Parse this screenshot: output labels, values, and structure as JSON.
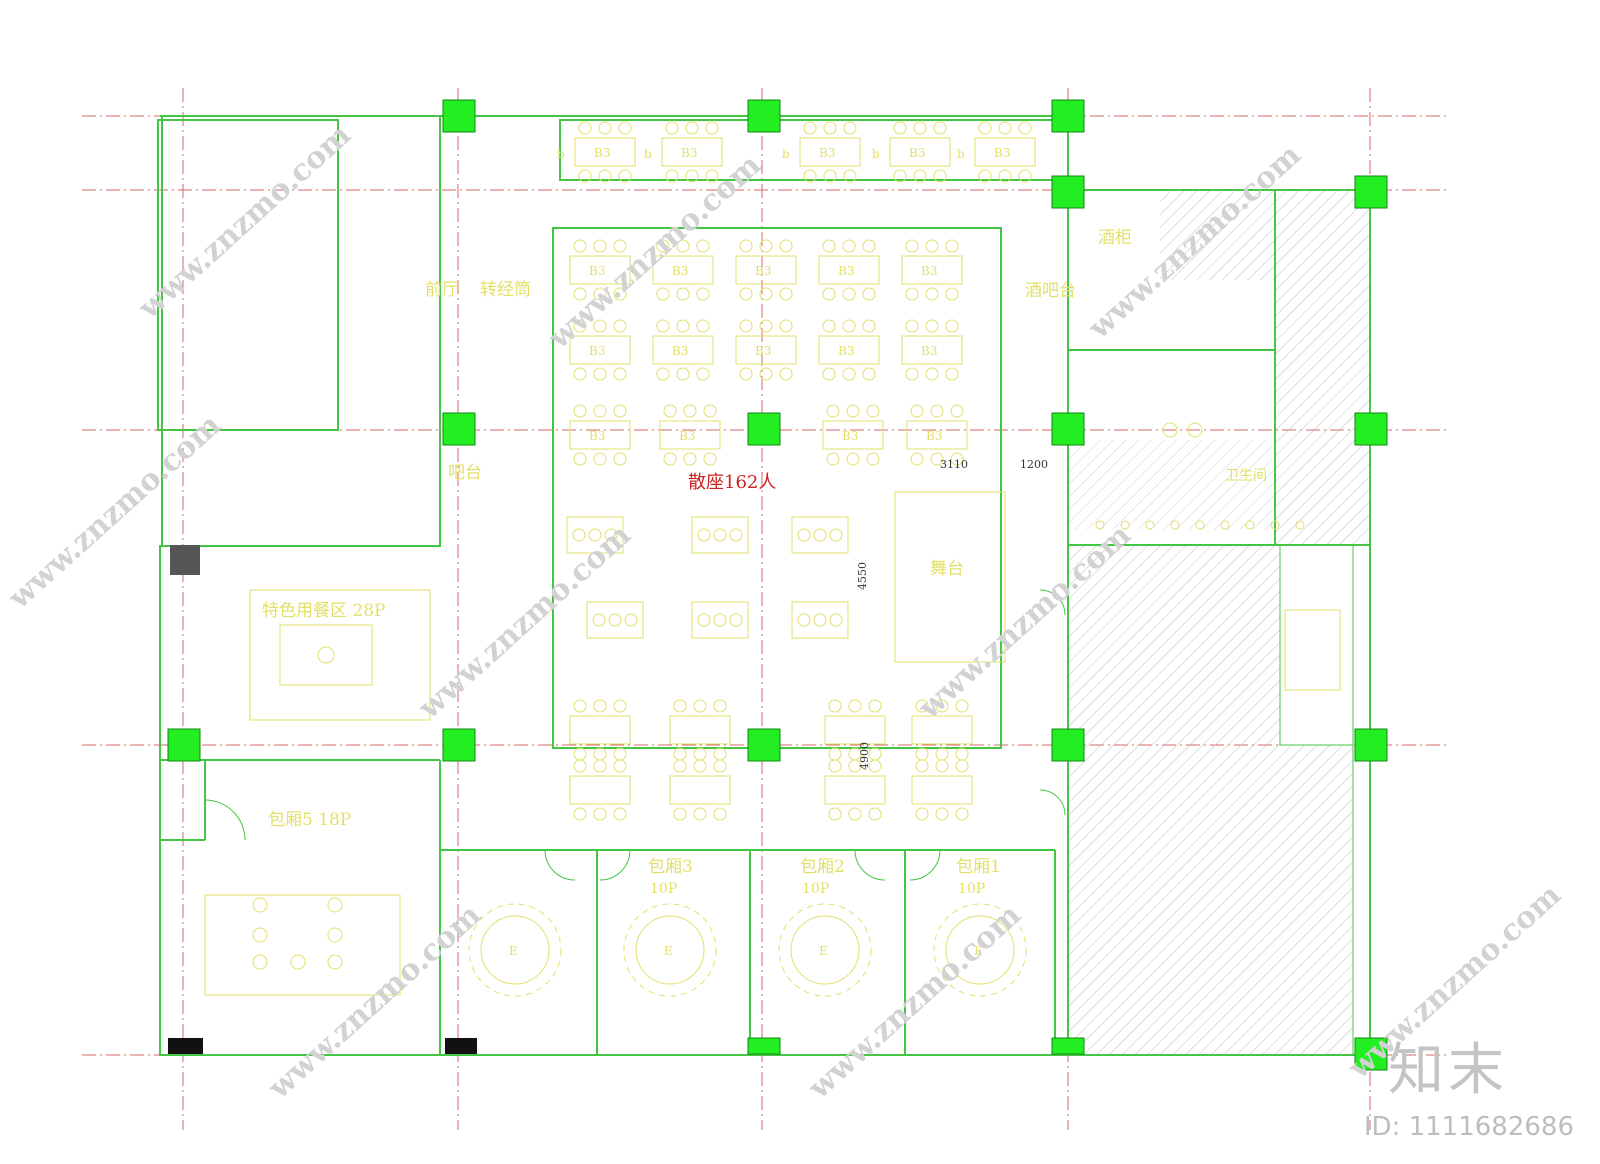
{
  "drawing": {
    "headline": "散座162人",
    "dimensions": [
      "3110",
      "1200",
      "4550",
      "4900"
    ],
    "rooms": {
      "vip_dining": "特色用餐区 28P",
      "private5": "包厢5 18P",
      "private3": "包厢3",
      "private3_cap": "10P",
      "private2": "包厢2",
      "private2_cap": "10P",
      "private1": "包厢1",
      "private1_cap": "10P",
      "lobby": "前厅",
      "elevator": "转经筒",
      "bar": "吧台",
      "stage": "舞台",
      "wine": "酒柜",
      "wine_bar": "酒吧台",
      "toilet": "卫生间",
      "b3": "B3",
      "booth": "b",
      "e": "E"
    }
  },
  "colors": {
    "axis": "#d66a6a",
    "wall": "#44c544",
    "furniture": "#e3e06a",
    "column": "#22ee22",
    "hatch": "#bdbdbd"
  },
  "watermark": {
    "text": "www.znzmo.com",
    "brand": "知末",
    "id": "ID: 1111682686"
  }
}
